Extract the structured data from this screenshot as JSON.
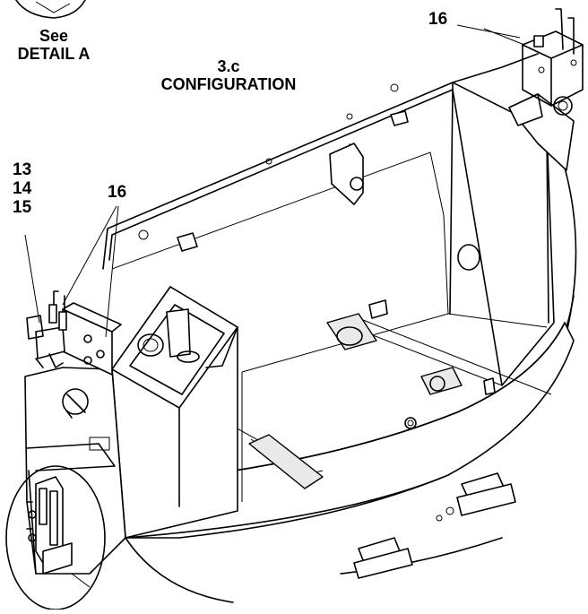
{
  "labels": {
    "see": "See",
    "detail": "DETAIL A",
    "config_number": "3.c",
    "config_word": "CONFIGURATION",
    "callout_16_top": "16",
    "callout_13": "13",
    "callout_14": "14",
    "callout_15": "15",
    "callout_16_left": "16"
  }
}
